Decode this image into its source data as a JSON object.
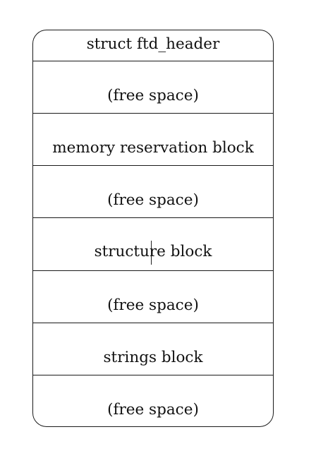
{
  "diagram": {
    "regions": [
      {
        "label": "struct ftd_header"
      },
      {
        "label": "(free space)"
      },
      {
        "label": "memory reservation block"
      },
      {
        "label": "(free space)"
      },
      {
        "label": "structure block"
      },
      {
        "label": "(free space)"
      },
      {
        "label": "strings block"
      },
      {
        "label": "(free space)"
      }
    ]
  }
}
